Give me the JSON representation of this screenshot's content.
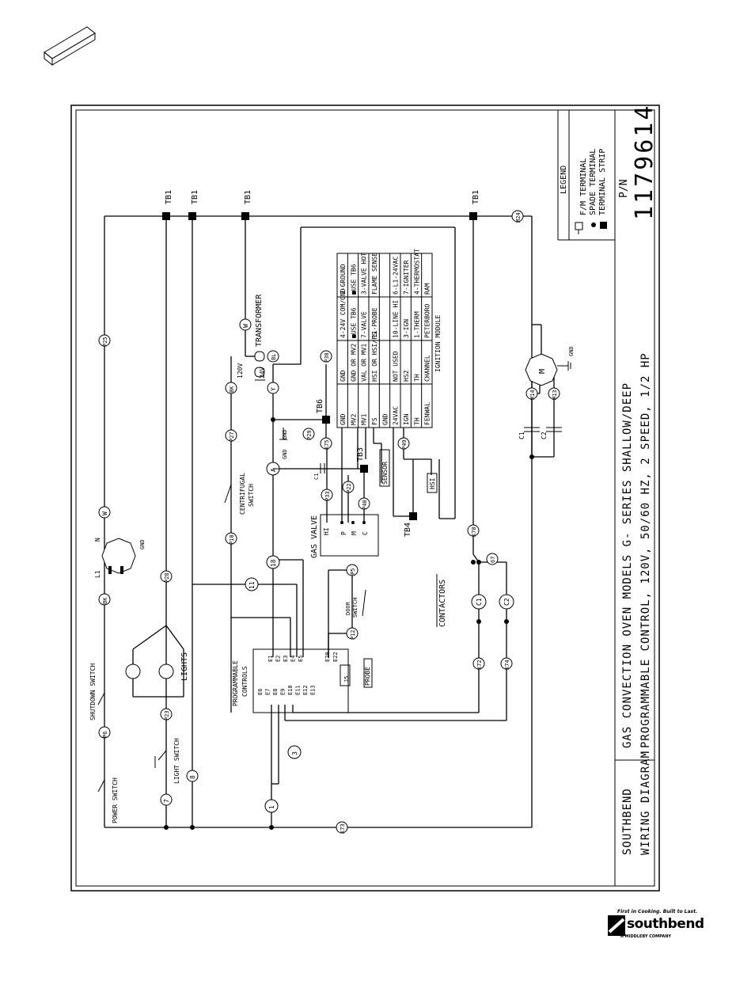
{
  "title_block": {
    "company": "SOUTHBEND",
    "doc_type": "WIRING DIAGRAM",
    "title_line1": "GAS CONVECTION OVEN MODELS G- SERIES SHALLOW/DEEP",
    "title_line2": "PROGRAMMABLE CONTROL, 120V, 50/60 HZ, 2 SPEED, 1/2 HP",
    "pn_label": "P/N",
    "pn_value": "1179614"
  },
  "legend": {
    "heading": "LEGEND",
    "items": [
      "F/M TERMINAL",
      "SPADE TERMINAL",
      "TERMINAL STRIP"
    ]
  },
  "labels": {
    "tb1": "TB1",
    "tb3": "TB3",
    "tb4": "TB4",
    "tb6": "TB6",
    "transformer": "TRANSFORMER",
    "v120": "120V",
    "v24": "24V",
    "gnd": "GND",
    "gas_valve": "GAS VALVE",
    "sensor": "SENSOR",
    "hsi": "HSI",
    "lights": "LIGHTS",
    "light_switch": "LIGHT SWITCH",
    "power_switch": "POWER SWITCH",
    "shutdown_switch": "SHUTDOWN SWITCH",
    "centrifugal_1": "CENTRIFUGAL",
    "centrifugal_2": "SWITCH",
    "door_1": "DOOR",
    "door_2": "SWITCH",
    "contactors": "CONTACTORS",
    "prog_1": "PROGRAMMABLE",
    "prog_2": "CONTROLS",
    "probe": "PROBE",
    "j5": "J5",
    "c1": "C1",
    "c2": "C2",
    "motor": "M",
    "l1": "L1",
    "n": "N"
  },
  "control_pins": {
    "top": [
      "E1",
      "E2",
      "E3",
      "E4",
      "E5"
    ],
    "bottom": [
      "E6",
      "E7",
      "E8",
      "E9",
      "E10",
      "E11",
      "E12",
      "E13"
    ],
    "extra": [
      "E20",
      "E22"
    ]
  },
  "gas_valve_pins": [
    "HI",
    "P",
    "M",
    "C"
  ],
  "wire_markers": {
    "p25": "P25",
    "p28": "P28",
    "p23": "P23",
    "p6": "P6",
    "p10": "P10",
    "p27": "P27",
    "p33": "P33",
    "p22": "P22",
    "p40": "P40",
    "p29": "P29",
    "p30": "P30",
    "p49": "P49",
    "p5": "P5",
    "p12": "P12",
    "k70": "K70",
    "k72": "K72",
    "k73": "K73",
    "k74": "K74",
    "k75": "K75",
    "m24": "M24",
    "m13": "M13",
    "m14": "M14",
    "n1": "1",
    "n3": "3",
    "n7": "7",
    "n8": "8",
    "n11": "11",
    "n18": "18",
    "n67": "67",
    "w": "W",
    "bk": "BK",
    "y": "Y",
    "bl": "BL",
    "a": "A"
  },
  "ignition_table": {
    "rows": [
      [
        "GND",
        "GND",
        "4-24V COM/GND",
        "2-GROUND"
      ],
      [
        "MV2",
        "GND OR MV2",
        "■USE TB6",
        "■USE TB6"
      ],
      [
        "MV1",
        "VAL OR MV1",
        "7-VALVE",
        "3-VALVE HOT"
      ],
      [
        "FS",
        "HSI OR HSI/FS",
        "11-PROBE",
        "FLAME SENSE"
      ],
      [
        "GND",
        "",
        "",
        ""
      ],
      [
        "24VAC",
        "NOT USED",
        "10-LINE HI",
        "6-L1-24VAC"
      ],
      [
        "IGN",
        "HS2",
        "3-IGN",
        "7-IGNITER"
      ],
      [
        "TH",
        "TH",
        "1-THERM",
        "4-THERMOSTAT"
      ],
      [
        "FENWAL",
        "CHANNEL",
        "PETERBORO",
        "RAM"
      ]
    ],
    "caption": "IGNITION MODULE"
  },
  "logo": {
    "tagline": "First in Cooking. Built to Last.",
    "wordmark": "southbend",
    "subline": "A MIDDLEBY COMPANY"
  }
}
